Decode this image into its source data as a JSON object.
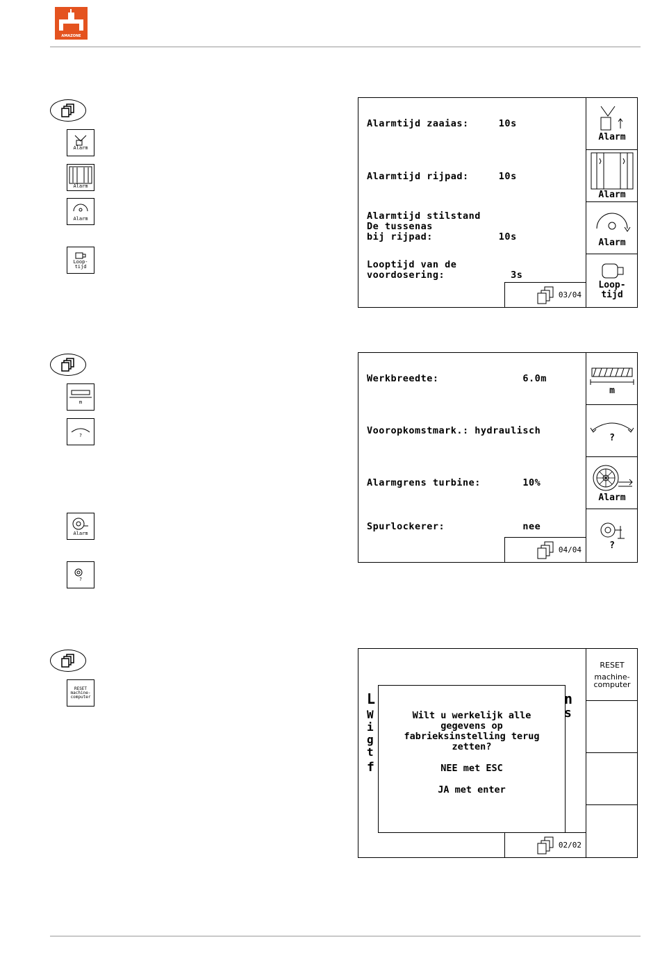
{
  "header": {
    "logo_text": "AMAZONE"
  },
  "panels": [
    {
      "lines": [
        "Alarmtijd zaaias:     10s",
        "Alarmtijd rijpad:     10s",
        "Alarmtijd stilstand",
        "De tussenas",
        "bij rijpad:           10s",
        "Looptijd van de",
        "voordosering:           3s"
      ],
      "page": "03/04",
      "softkeys": [
        "Alarm",
        "Alarm",
        "Alarm",
        "Loop-",
        "tijd"
      ],
      "keys": [
        "Alarm",
        "Alarm",
        "Alarm",
        "Loop-",
        "tijd"
      ]
    },
    {
      "lines": [
        "Werkbreedte:              6.0m",
        "Vooropkomstmark.: hydraulisch",
        "Alarmgrens turbine:       10%",
        "Spurlockerer:             nee"
      ],
      "page": "04/04",
      "softkeys": [
        "m",
        "?",
        "Alarm",
        "?"
      ],
      "keys": [
        "m",
        "?",
        "Alarm",
        "?"
      ]
    },
    {
      "bg_letters": [
        "L",
        "W",
        "i",
        "g",
        "t",
        "f",
        "n",
        "s"
      ],
      "dialog": {
        "line1": "Wilt u werkelijk alle",
        "line2": "gegevens op",
        "line3": "fabrieksinstelling terug",
        "line4": "zetten?",
        "no": "NEE met ESC",
        "yes": "JA met enter"
      },
      "page": "02/02",
      "softkeys": [
        "RESET",
        "machine-",
        "computer"
      ],
      "keys": [
        "RESET",
        "machine-",
        "computer"
      ]
    }
  ]
}
